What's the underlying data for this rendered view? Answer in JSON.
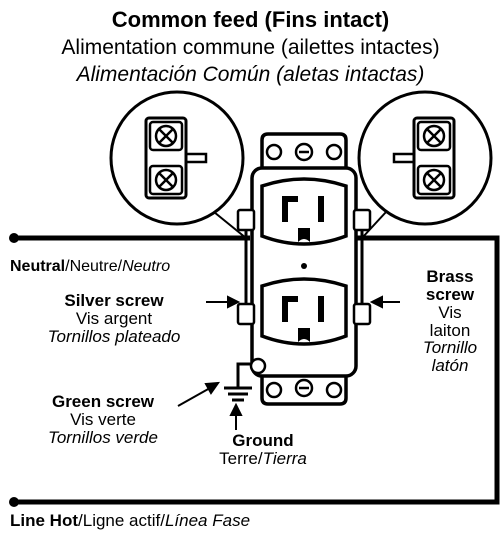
{
  "title": {
    "en": "Common feed (Fins intact)",
    "fr": "Alimentation commune (ailettes intactes)",
    "es": "Alimentación Común (aletas intactas)"
  },
  "neutral": {
    "en": "Neutral",
    "fr": "Neutre",
    "es": "Neutro"
  },
  "silver_screw": {
    "en": "Silver screw",
    "fr": "Vis argent",
    "es": "Tornillos plateado"
  },
  "brass_screw": {
    "en1": "Brass",
    "en2": "screw",
    "fr1": "Vis",
    "fr2": "laiton",
    "es1": "Tornillo",
    "es2": "latón"
  },
  "green_screw": {
    "en": "Green screw",
    "fr": "Vis verte",
    "es": "Tornillos verde"
  },
  "ground": {
    "en": "Ground",
    "fr": "Terre",
    "es": "Tierra"
  },
  "line_hot": {
    "en": "Line Hot",
    "fr": "Ligne actif",
    "es": "Línea Fase"
  },
  "separator": "/"
}
